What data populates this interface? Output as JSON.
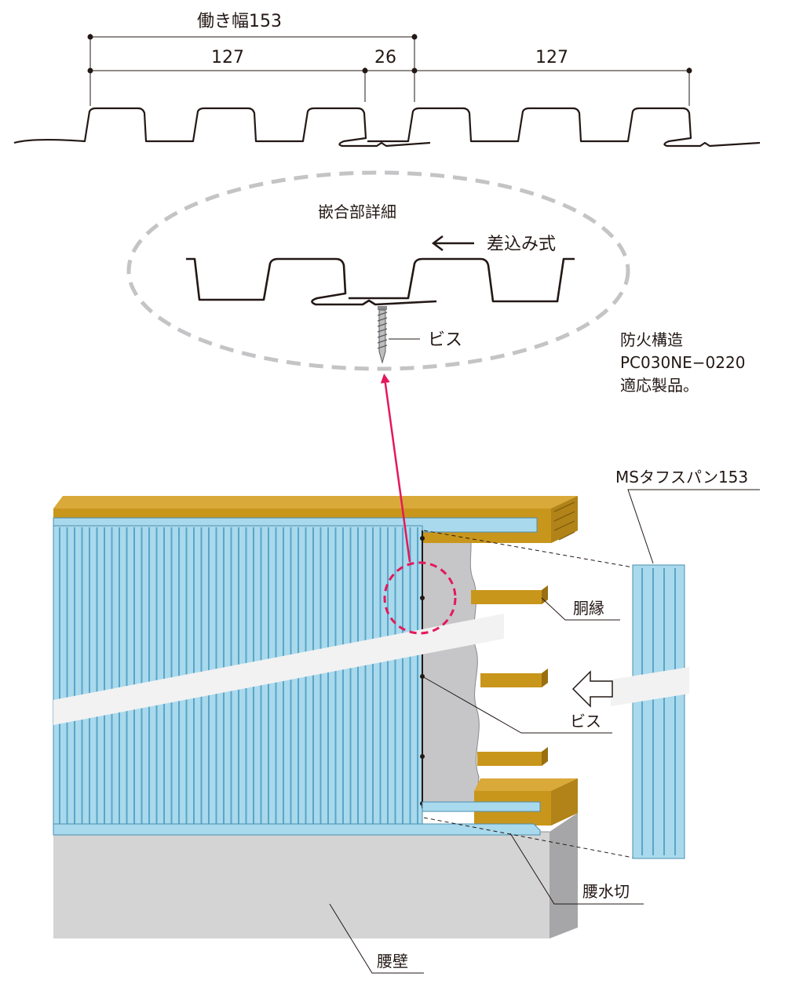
{
  "dimensions": {
    "working_width": "働き幅153",
    "left": "127",
    "overlap": "26",
    "right": "127"
  },
  "detail": {
    "title": "嵌合部詳細",
    "insertion": "差込み式",
    "screw": "ビス"
  },
  "note": {
    "line1": "防火構造",
    "line2": "PC030NE−0220",
    "line3": "適応製品。"
  },
  "labels": {
    "product": "MSタフスパン153",
    "furring": "胴縁",
    "screw": "ビス",
    "flashing": "腰水切",
    "base_wall": "腰壁"
  },
  "colors": {
    "panel": "#a9d9ec",
    "panel_dark": "#6cb4d3",
    "wood": "#c9961c",
    "wood_dark": "#9a6f10",
    "concrete": "#d4d4d5",
    "concrete_dark": "#a6a6a8",
    "board": "#c6c6c8",
    "arrow": "#e4185a"
  }
}
